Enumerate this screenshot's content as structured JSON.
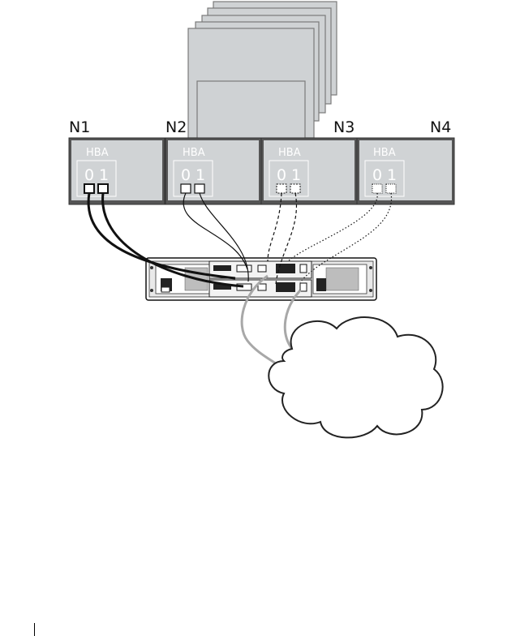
{
  "nodes": [
    {
      "label": "N1",
      "hba": "HBA",
      "port0": "0",
      "port1": "1",
      "cable": "solid-black"
    },
    {
      "label": "N2",
      "hba": "HBA",
      "port0": "0",
      "port1": "1",
      "cable": "solid-thin"
    },
    {
      "label": "N3",
      "hba": "HBA",
      "port0": "0",
      "port1": "1",
      "cable": "dashed"
    },
    {
      "label": "N4",
      "hba": "HBA",
      "port0": "0",
      "port1": "1",
      "cable": "dotted"
    }
  ],
  "colors": {
    "server_fill": "#cfd2d4",
    "server_stroke": "#7a7a7a",
    "node_fill": "#d0d3d5",
    "node_stroke": "#555555",
    "hba_fill": "#c7cacc",
    "cable_dark": "#111111",
    "cable_light": "#a8a8a8",
    "cloud_fill": "#ffffff",
    "cloud_stroke": "#222222"
  },
  "icons": [
    "server-stack-icon",
    "storage-array-icon",
    "network-cloud-icon",
    "hba-port-icon"
  ]
}
